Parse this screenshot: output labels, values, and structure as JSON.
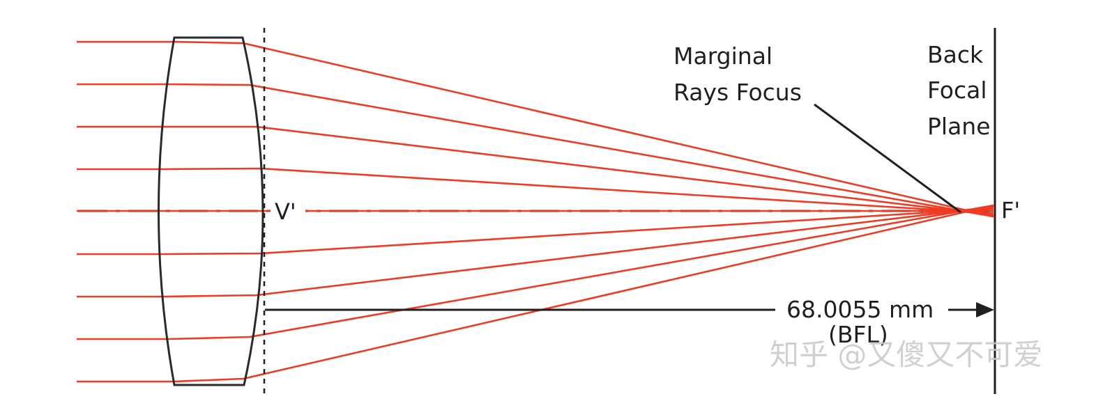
{
  "labels": {
    "marginal_line1": "Marginal",
    "marginal_line2": "Rays Focus",
    "plane_line1": "Back",
    "plane_line2": "Focal",
    "plane_line3": "Plane",
    "vertex": "V'",
    "focus": "F'",
    "distance": "68.0055 mm",
    "distance_note": "(BFL)"
  },
  "watermark": "知乎 @又傻又不可爱",
  "colors": {
    "ray": "#f03a22",
    "ink": "#1f1f1f",
    "watermark": "#c8c8c8"
  }
}
